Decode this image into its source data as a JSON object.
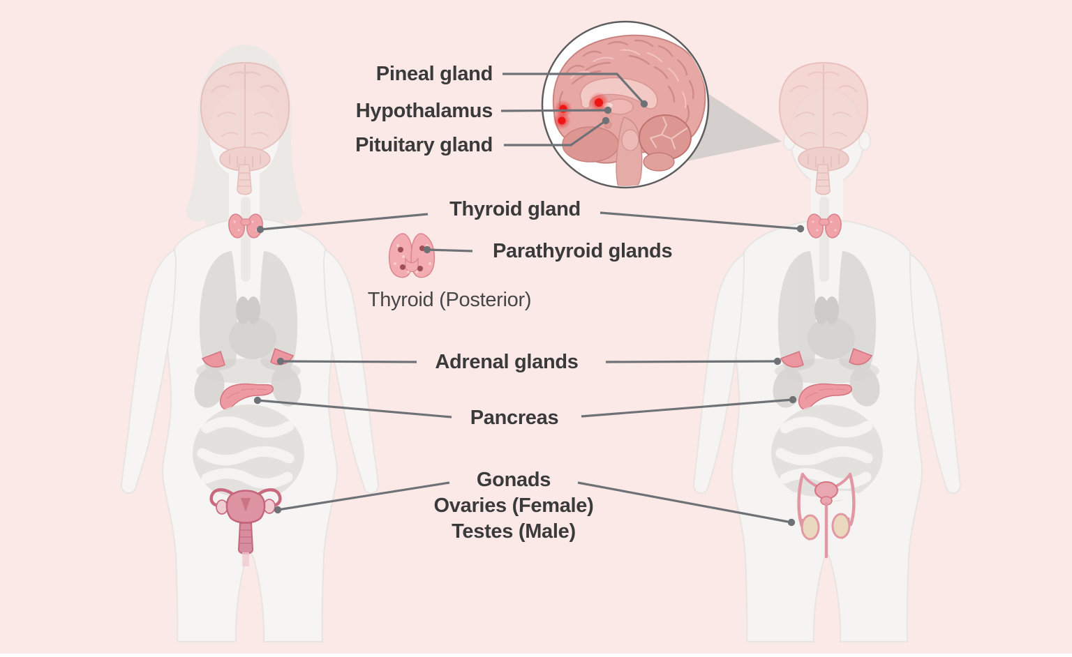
{
  "labels": {
    "pineal": "Pineal gland",
    "hypothalamus": "Hypothalamus",
    "pituitary": "Pituitary gland",
    "thyroid": "Thyroid gland",
    "parathyroid": "Parathyroid glands",
    "thyroid_posterior": "Thyroid (Posterior)",
    "adrenal": "Adrenal glands",
    "pancreas": "Pancreas",
    "gonads": "Gonads",
    "gonads_female": "Ovaries (Female)",
    "gonads_male": "Testes (Male)"
  },
  "colors": {
    "background": "#fbe9e7",
    "label_text": "#3a3a3a",
    "leader_line": "#6e7276",
    "highlight_red": "#ee1515",
    "organ_pink": "#ee9aa2",
    "brain_pink": "#e7a8a5",
    "body_fill": "#f7f5f3",
    "inset_cone": "#d5d0cd",
    "inset_border": "#5d5d5d"
  },
  "figures": {
    "left_figure": "female-body-silhouette",
    "right_figure": "male-body-silhouette",
    "inset": "brain-sagittal-zoom-circle"
  }
}
